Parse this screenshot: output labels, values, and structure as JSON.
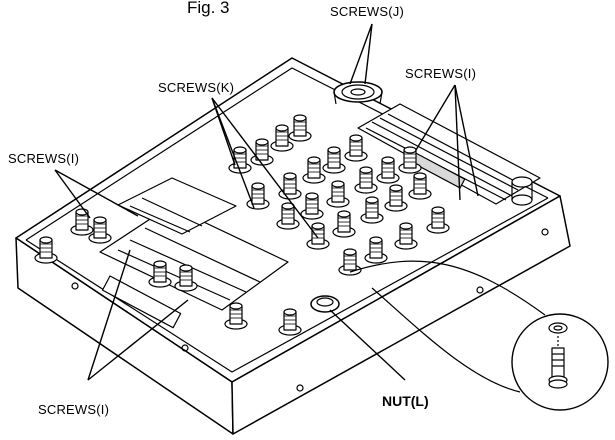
{
  "figure": {
    "title": "Fig. 3",
    "labels": {
      "screws_j": "SCREWS(J)",
      "screws_k": "SCREWS(K)",
      "screws_i_right": "SCREWS(I)",
      "screws_i_left": "SCREWS(I)",
      "screws_i_bottom": "SCREWS(I)",
      "nut_l": "NUT(L)"
    },
    "colors": {
      "ink": "#000000",
      "paper": "#ffffff",
      "shade": "#d9d9d9"
    }
  }
}
